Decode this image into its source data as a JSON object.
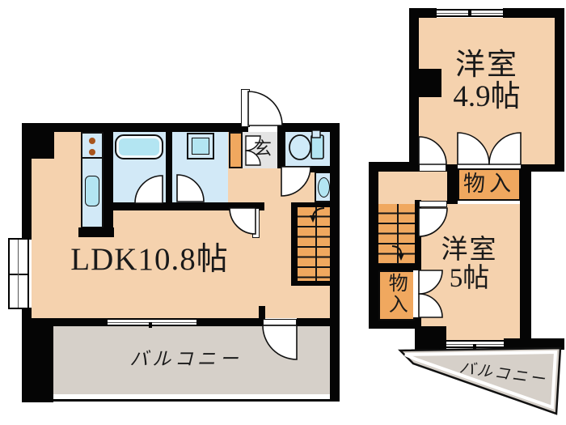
{
  "plan_title": "2-story apartment floor plan",
  "labels": {
    "ldk": "LDK10.8帖",
    "room49_name": "洋室",
    "room49_size": "4.9帖",
    "room5_name": "洋室",
    "room5_size": "5帖",
    "storage_upper": "物入",
    "storage_lower": "物入",
    "balcony_main": "バルコニー",
    "balcony_sub": "バルコニー",
    "entrance": "玄"
  },
  "colors": {
    "wall": "#050505",
    "room": "#f5d2ae",
    "wetroom": "#d2e9f7",
    "fixture": "#b3e5f2",
    "storage": "#f0a85f",
    "balcony": "#d6d0c9",
    "entry": "#e4e4e4",
    "burner": "#a8551c"
  }
}
